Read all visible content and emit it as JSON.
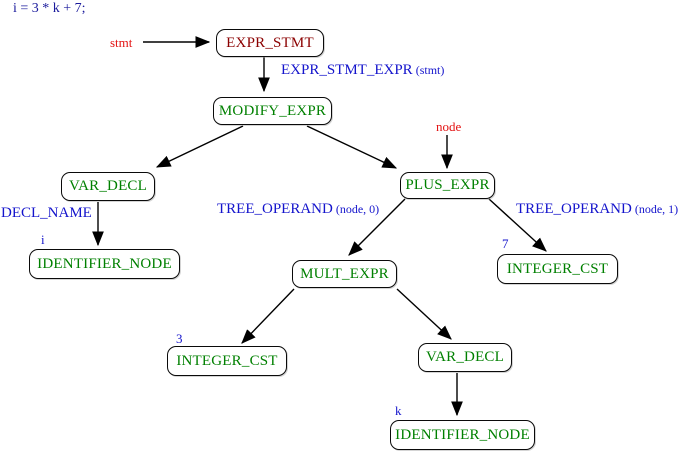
{
  "colors": {
    "node-green": "#008000",
    "root-darkred": "#8b0000",
    "label-blue": "#1414cc",
    "pointer-red": "#e31212",
    "code-navy": "#1a1a9c"
  },
  "source_line": "i = 3 * k + 7;",
  "pointers": {
    "stmt": "stmt",
    "node": "node"
  },
  "nodes": {
    "expr_stmt": {
      "label": "EXPR_STMT"
    },
    "modify_expr": {
      "label": "MODIFY_EXPR"
    },
    "var_decl_i": {
      "label": "VAR_DECL"
    },
    "plus_expr": {
      "label": "PLUS_EXPR"
    },
    "identifier_node_i": {
      "label": "IDENTIFIER_NODE"
    },
    "integer_cst_7": {
      "label": "INTEGER_CST"
    },
    "mult_expr": {
      "label": "MULT_EXPR"
    },
    "integer_cst_3": {
      "label": "INTEGER_CST"
    },
    "var_decl_k": {
      "label": "VAR_DECL"
    },
    "identifier_node_k": {
      "label": "IDENTIFIER_NODE"
    }
  },
  "edge_labels": {
    "expr_stmt_expr": {
      "main": "EXPR_STMT_EXPR",
      "paren": "(stmt)"
    },
    "decl_name": {
      "main": "DECL_NAME",
      "paren": ""
    },
    "tree_operand_0": {
      "main": "TREE_OPERAND",
      "paren": "(node, 0)"
    },
    "tree_operand_1": {
      "main": "TREE_OPERAND",
      "paren": "(node, 1)"
    }
  },
  "value_labels": {
    "i": "i",
    "seven": "7",
    "three": "3",
    "k": "k"
  }
}
